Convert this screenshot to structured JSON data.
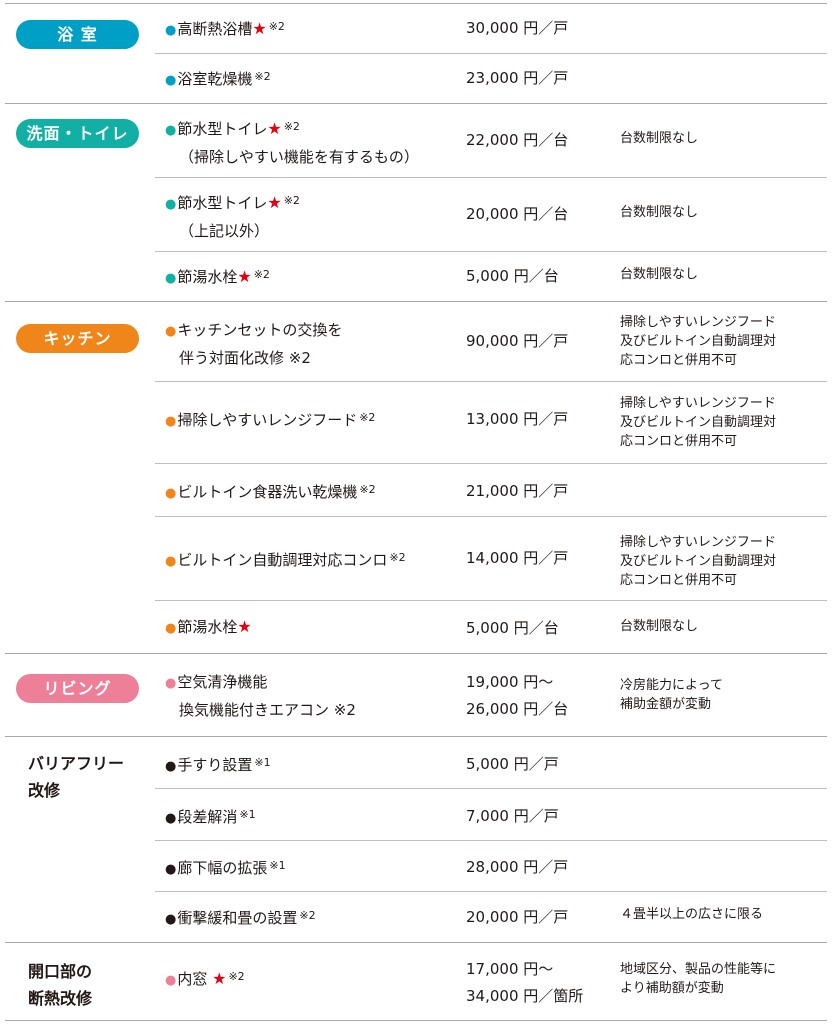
{
  "colors": {
    "bath": "#00a0c6",
    "wash": "#12afa4",
    "kitchen": "#f08519",
    "living": "#ed7f99",
    "black": "#231815",
    "star": "#e60012"
  },
  "categories": {
    "bath": "浴 室",
    "wash": "洗面・トイレ",
    "kitchen": "キッチン",
    "living": "リビング",
    "barrier": "バリアフリー\n改修",
    "opening": "開口部の\n断熱改修"
  },
  "rows": [
    {
      "bullet": "●",
      "name": "高断熱浴槽",
      "star": "★",
      "note": "※2",
      "name2": "",
      "price": "30,000 円／戸",
      "price2": "",
      "remark": ""
    },
    {
      "bullet": "●",
      "name": "浴室乾燥機",
      "star": "",
      "note": "※2",
      "name2": "",
      "price": "23,000 円／戸",
      "price2": "",
      "remark": ""
    },
    {
      "bullet": "●",
      "name": "節水型トイレ",
      "star": "★",
      "note": "※2",
      "name2": "（掃除しやすい機能を有するもの）",
      "price": "22,000 円／台",
      "price2": "",
      "remark": "台数制限なし"
    },
    {
      "bullet": "●",
      "name": "節水型トイレ",
      "star": "★",
      "note": "※2",
      "name2": "（上記以外）",
      "price": "20,000 円／台",
      "price2": "",
      "remark": "台数制限なし"
    },
    {
      "bullet": "●",
      "name": "節湯水栓",
      "star": "★",
      "note": "※2",
      "name2": "",
      "price": "5,000 円／台",
      "price2": "",
      "remark": "台数制限なし"
    },
    {
      "bullet": "●",
      "name": "キッチンセットの交換を",
      "star": "",
      "note": "",
      "name2": "伴う対面化改修 ※2",
      "price": "90,000 円／戸",
      "price2": "",
      "remark": "掃除しやすいレンジフード\n及びビルトイン自動調理対\n応コンロと併用不可"
    },
    {
      "bullet": "●",
      "name": "掃除しやすいレンジフード",
      "star": "",
      "note": "※2",
      "name2": "",
      "price": "13,000 円／戸",
      "price2": "",
      "remark": "掃除しやすいレンジフード\n及びビルトイン自動調理対\n応コンロと併用不可"
    },
    {
      "bullet": "●",
      "name": "ビルトイン食器洗い乾燥機",
      "star": "",
      "note": "※2",
      "name2": "",
      "price": "21,000 円／戸",
      "price2": "",
      "remark": ""
    },
    {
      "bullet": "●",
      "name": "ビルトイン自動調理対応コンロ",
      "star": "",
      "note": "※2",
      "name2": "",
      "price": "14,000 円／戸",
      "price2": "",
      "remark": "掃除しやすいレンジフード\n及びビルトイン自動調理対\n応コンロと併用不可"
    },
    {
      "bullet": "●",
      "name": "節湯水栓",
      "star": "★",
      "note": "",
      "name2": "",
      "price": "5,000 円／台",
      "price2": "",
      "remark": "台数制限なし"
    },
    {
      "bullet": "●",
      "name": "空気清浄機能",
      "star": "",
      "note": "",
      "name2": "換気機能付きエアコン ※2",
      "price": "19,000 円～",
      "price2": "26,000 円／台",
      "remark": "冷房能力によって\n補助金額が変動"
    },
    {
      "bullet": "●",
      "name": "手すり設置",
      "star": "",
      "note": "※1",
      "name2": "",
      "price": "5,000 円／戸",
      "price2": "",
      "remark": ""
    },
    {
      "bullet": "●",
      "name": "段差解消",
      "star": "",
      "note": "※1",
      "name2": "",
      "price": "7,000 円／戸",
      "price2": "",
      "remark": ""
    },
    {
      "bullet": "●",
      "name": "廊下幅の拡張",
      "star": "",
      "note": "※1",
      "name2": "",
      "price": "28,000 円／戸",
      "price2": "",
      "remark": ""
    },
    {
      "bullet": "●",
      "name": "衝撃緩和畳の設置",
      "star": "",
      "note": "※2",
      "name2": "",
      "price": "20,000 円／戸",
      "price2": "",
      "remark": "４畳半以上の広さに限る"
    },
    {
      "bullet": "●",
      "name": "内窓 ",
      "star": "★",
      "note": "※2",
      "name2": "",
      "price": "17,000 円～",
      "price2": "34,000 円／箇所",
      "remark": "地域区分、製品の性能等に\nより補助額が変動"
    }
  ]
}
